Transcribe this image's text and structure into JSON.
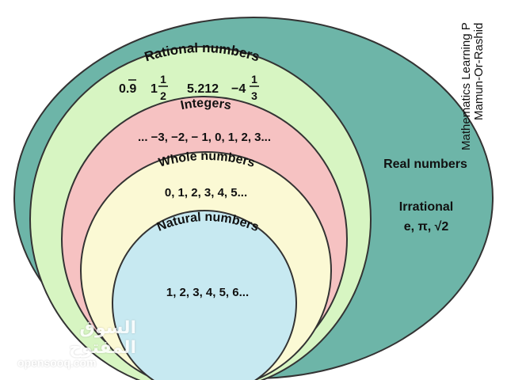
{
  "colors": {
    "real": "#6db5a8",
    "rational": "#d7f5c2",
    "integers": "#f6c2c2",
    "whole": "#fbf9d4",
    "natural": "#c7e9f1",
    "stroke": "#333333",
    "text": "#111111"
  },
  "sets": {
    "real": {
      "title": "Real numbers"
    },
    "irrational": {
      "title": "Irrational",
      "examples": "e, π, √2"
    },
    "rational": {
      "title": "Rational numbers",
      "ex_repeating": "0.9",
      "ex_mixed_whole": "1",
      "ex_mixed_num": "1",
      "ex_mixed_den": "2",
      "ex_decimal": "5.212",
      "ex_neg_whole": "−4",
      "ex_neg_num": "1",
      "ex_neg_den": "3"
    },
    "integers": {
      "title": "Integers",
      "examples": "... −3, −2, − 1, 0, 1, 2, 3..."
    },
    "whole": {
      "title": "Whole numbers",
      "examples": "0, 1, 2, 3, 4, 5..."
    },
    "natural": {
      "title": "Natural numbers",
      "examples": "1, 2, 3, 4, 5, 6..."
    }
  },
  "credit": {
    "line1": "Mathematics Learning P",
    "line2": "Mamun-Or-Rashid"
  },
  "watermark": {
    "arabic": "السوق المفتوح",
    "latin": "opensooq.com"
  }
}
